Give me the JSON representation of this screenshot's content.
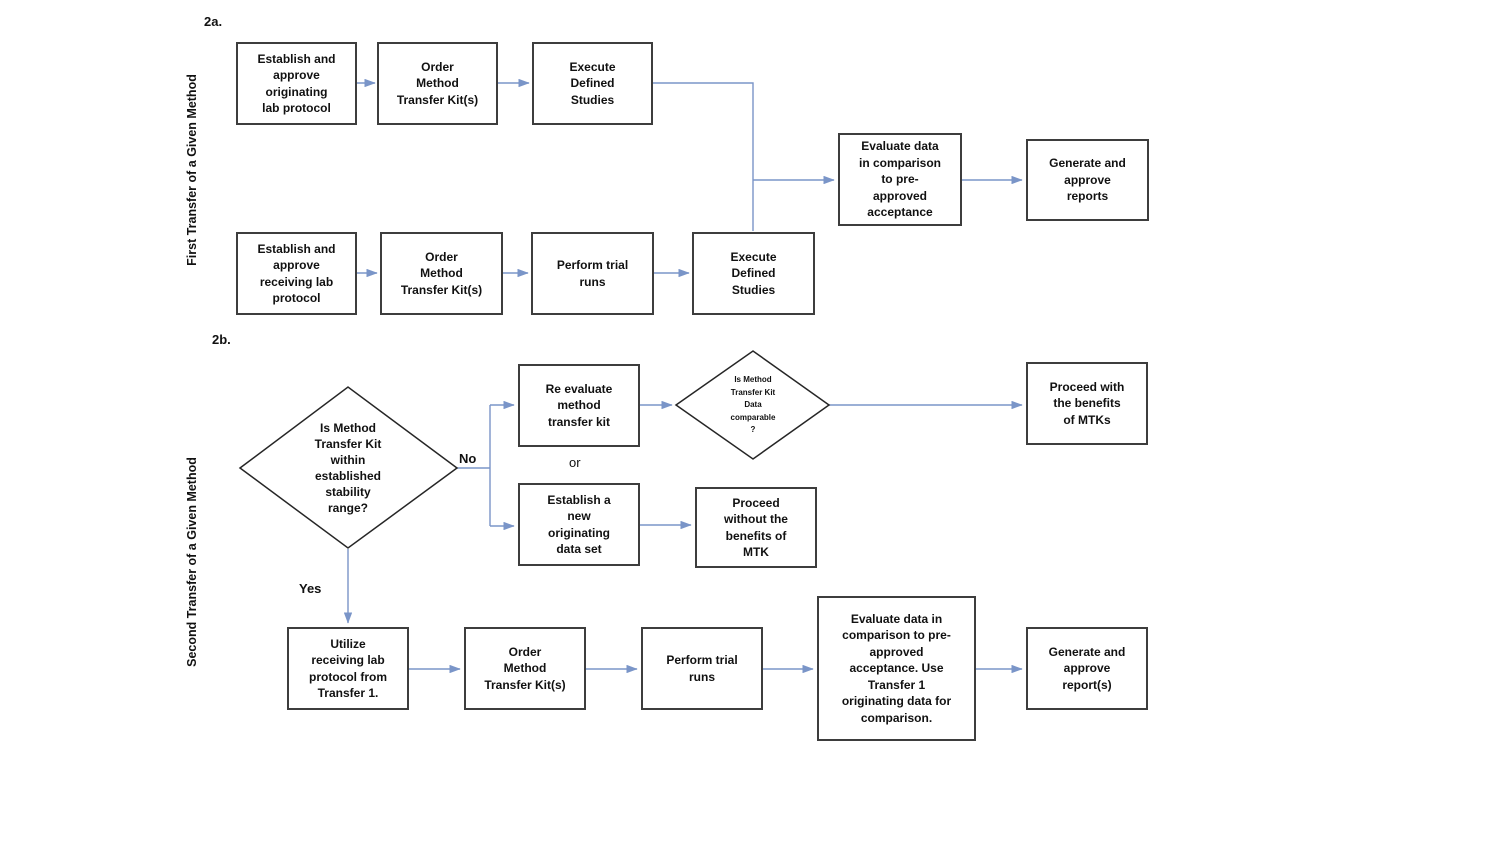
{
  "diagram": {
    "colors": {
      "arrow": "#7a95c8",
      "box_border": "#3d3d3d",
      "diamond_border": "#262626",
      "background": "#ffffff",
      "text": "#111111"
    },
    "section_a": {
      "label": "2a.",
      "side_label": "First Transfer of a Given Method",
      "nodes": {
        "establish_originating": "Establish and\napprove\noriginating\nlab protocol",
        "order_mtk_top": "Order\nMethod\nTransfer Kit(s)",
        "execute_studies_top": "Execute\nDefined\nStudies",
        "establish_receiving": "Establish and\napprove\nreceiving lab\nprotocol",
        "order_mtk_bottom": "Order\nMethod\nTransfer Kit(s)",
        "perform_trial_runs": "Perform trial\nruns",
        "execute_studies_bottom": "Execute\nDefined\nStudies",
        "evaluate_data": "Evaluate data\nin comparison\nto pre-\napproved\nacceptance",
        "generate_reports": "Generate and\napprove\nreports"
      }
    },
    "section_b": {
      "label": "2b.",
      "side_label": "Second Transfer of a Given Method",
      "decision_stability": "Is Method\nTransfer Kit\nwithin\nestablished\nstability\nrange?",
      "decision_comparable": "Is Method\nTransfer Kit\nData\ncomparable\n?",
      "no_label": "No",
      "yes_label": "Yes",
      "or_label": "or",
      "nodes": {
        "re_evaluate": "Re evaluate\nmethod\ntransfer kit",
        "proceed_with": "Proceed with\nthe benefits\nof MTKs",
        "establish_new": "Establish a\nnew\noriginating\ndata set",
        "proceed_without": "Proceed\nwithout the\nbenefits of\nMTK",
        "utilize_receiving": "Utilize\nreceiving lab\nprotocol from\nTransfer 1.",
        "order_mtk": "Order\nMethod\nTransfer Kit(s)",
        "perform_trial_runs": "Perform trial\nruns",
        "evaluate_data": "Evaluate data in\ncomparison to pre-\napproved\nacceptance.  Use\nTransfer 1\noriginating data for\ncomparison.",
        "generate_reports": "Generate and\napprove\nreport(s)"
      }
    }
  }
}
